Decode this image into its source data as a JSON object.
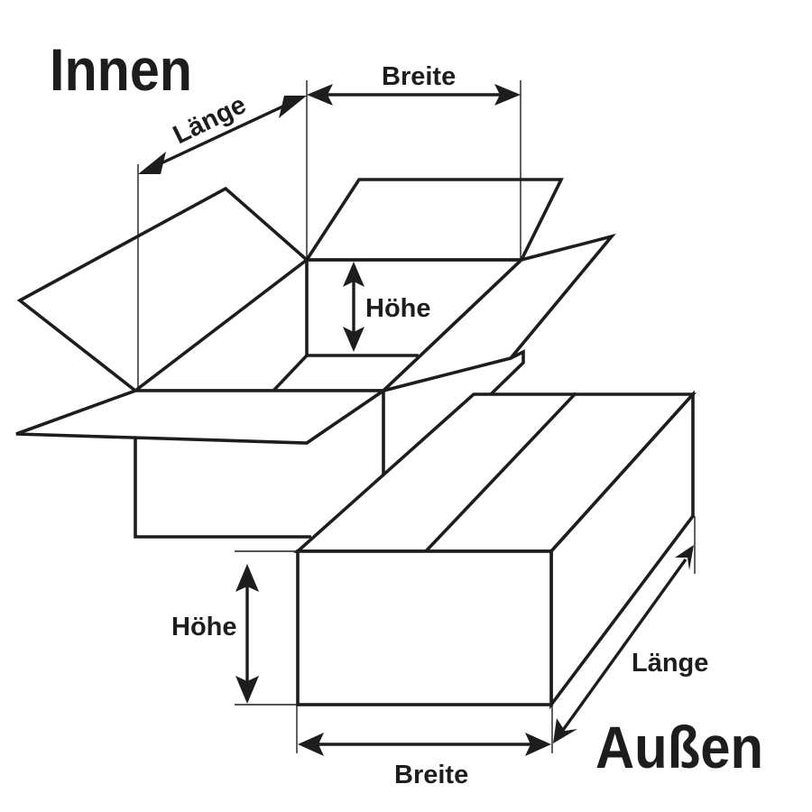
{
  "diagram": {
    "colors": {
      "line": "#1d1d1b",
      "background": "#ffffff"
    },
    "inner": {
      "title": "Innen",
      "length_label": "Länge",
      "width_label": "Breite",
      "height_label": "Höhe"
    },
    "outer": {
      "title": "Außen",
      "length_label": "Länge",
      "width_label": "Breite",
      "height_label": "Höhe"
    }
  }
}
